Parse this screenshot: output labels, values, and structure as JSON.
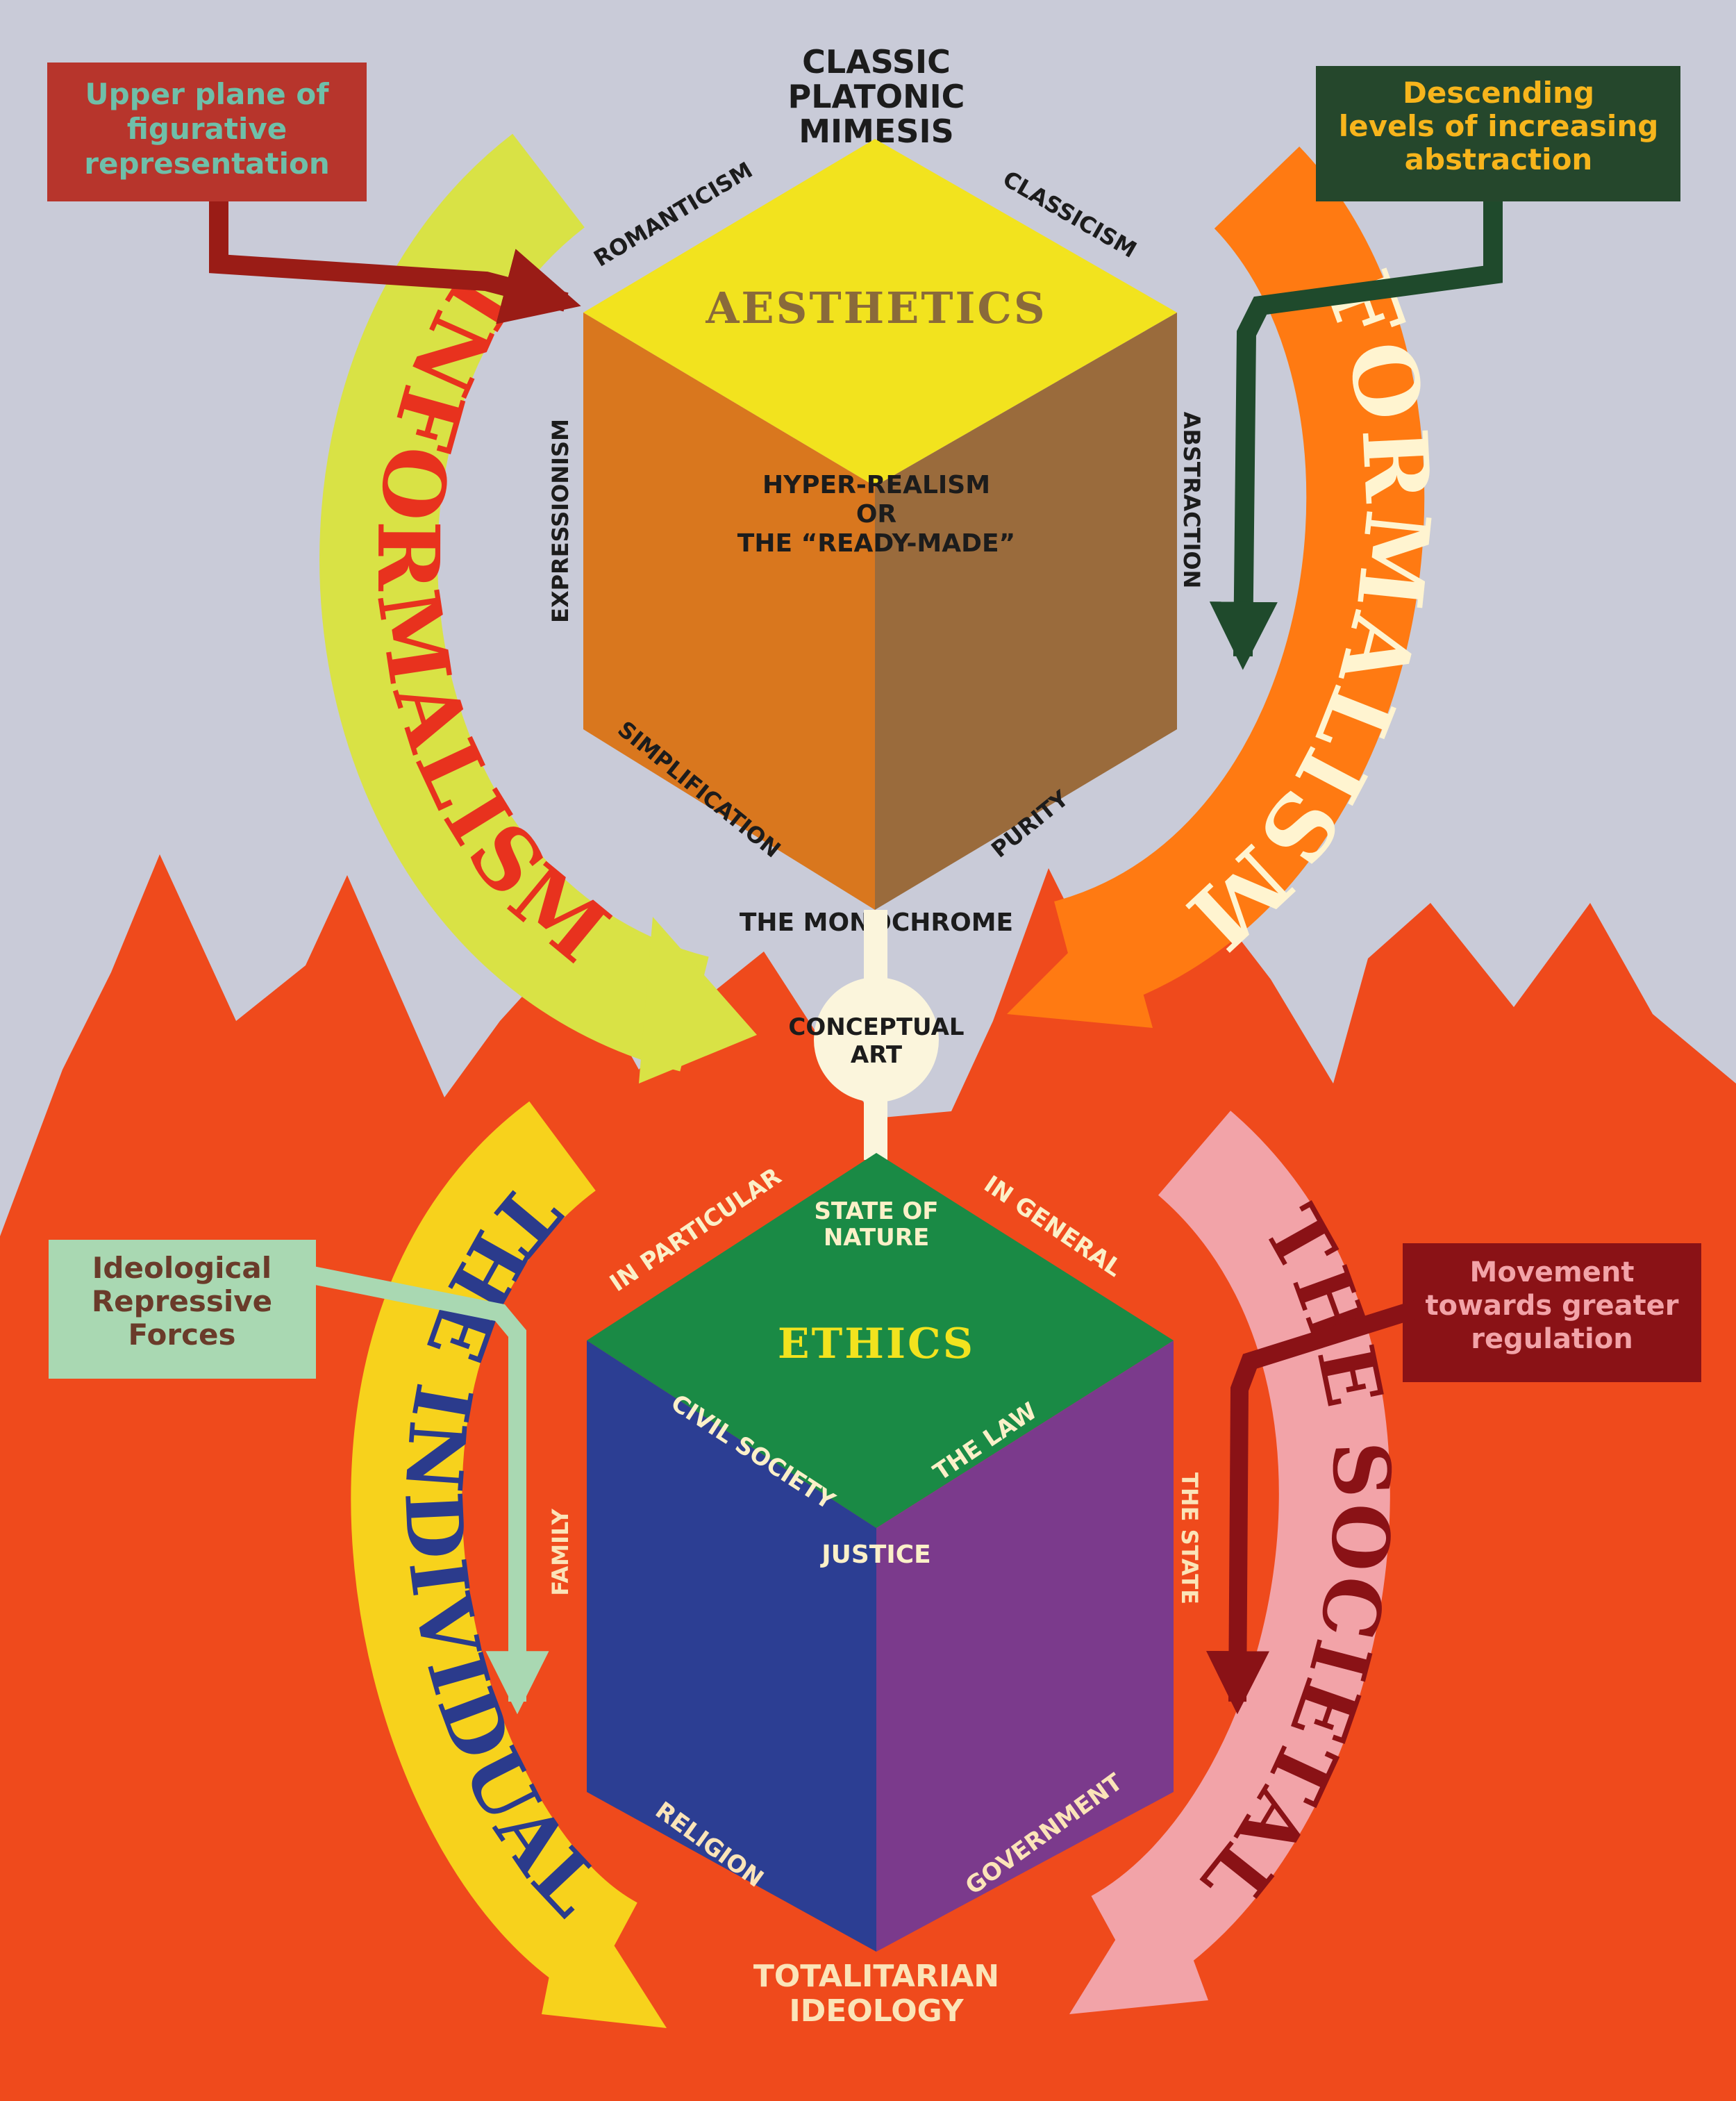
{
  "top_label": {
    "line1": "CLASSIC",
    "line2": "PLATONIC",
    "line3": "MIMESIS"
  },
  "aesthetics_cube": {
    "title": "AESTHETICS",
    "center_line1": "HYPER-REALISM",
    "center_line2": "OR",
    "center_line3": "THE “READY-MADE”",
    "edge_top_left": "ROMANTICISM",
    "edge_top_right": "CLASSICISM",
    "edge_left": "EXPRESSIONISM",
    "edge_right": "ABSTRACTION",
    "edge_bottom_left": "SIMPLIFICATION",
    "edge_bottom_right": "PURITY",
    "bottom": "THE MONOCHROME",
    "colors": {
      "top": "#f2e31e",
      "left": "#d9771e",
      "right": "#9a6b3c"
    }
  },
  "conceptual": {
    "line1": "CONCEPTUAL",
    "line2": "ART"
  },
  "ethics_cube": {
    "title": "ETHICS",
    "top_line1": "STATE OF",
    "top_line2": "NATURE",
    "edge_top_left": "IN PARTICULAR",
    "edge_top_right": "IN GENERAL",
    "inner_left": "CIVIL SOCIETY",
    "inner_right": "THE LAW",
    "center": "JUSTICE",
    "edge_left": "FAMILY",
    "edge_right": "THE STATE",
    "edge_bottom_left": "RELIGION",
    "edge_bottom_right": "GOVERNMENT",
    "bottom_line1": "TOTALITARIAN",
    "bottom_line2": "IDEOLOGY",
    "colors": {
      "top": "#1a8a45",
      "left": "#2c3e93",
      "right": "#7b3a8c"
    }
  },
  "arrows": {
    "informalism": "INFORMALISM",
    "formalism": "FORMALISM",
    "individual": "THE INDIVIDUAL",
    "societal": "THE SOCIETAL"
  },
  "callouts": {
    "upper_plane": {
      "line1": "Upper plane of",
      "line2": "figurative",
      "line3": "representation"
    },
    "descending": {
      "line1": "Descending",
      "line2": "levels of increasing",
      "line3": "abstraction"
    },
    "ideological": {
      "line1": "Ideological",
      "line2": "Repressive",
      "line3": "Forces"
    },
    "movement": {
      "line1": "Movement",
      "line2": "towards greater",
      "line3": "regulation"
    }
  },
  "palette": {
    "sky": "#c9cbd8",
    "fire": "#ef4a1c",
    "yellow_green": "#d9e245",
    "orange": "#ff7a12",
    "yellow": "#f7d21c",
    "pink": "#f2a3a8"
  }
}
